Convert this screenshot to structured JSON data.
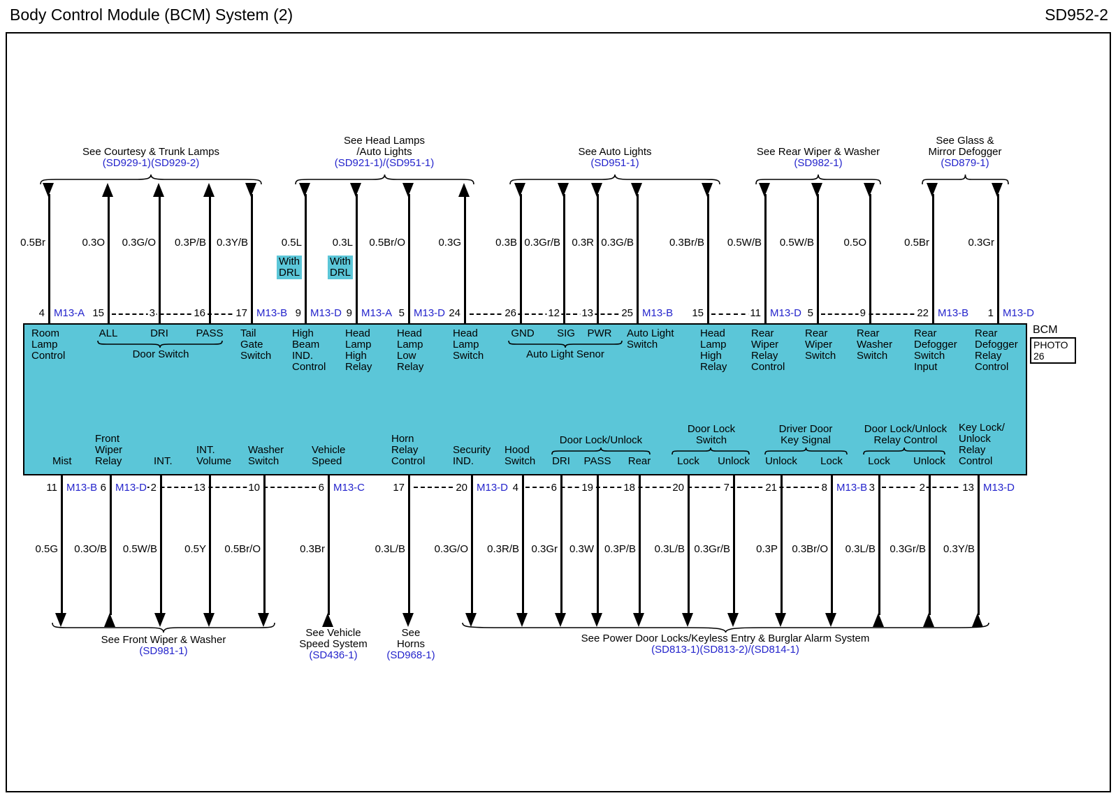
{
  "header": {
    "title": "Body Control Module (BCM) System (2)",
    "doc_code": "SD952-2"
  },
  "colors": {
    "bcm_fill": "#5bc6d8",
    "reference_blue": "#2424cc"
  },
  "top_groups": [
    {
      "label": "See Courtesy & Trunk Lamps",
      "ref": "(SD929-1)(SD929-2)"
    },
    {
      "label": "See Head Lamps\n/Auto Lights",
      "ref": "(SD921-1)/(SD951-1)"
    },
    {
      "label": "See Auto Lights",
      "ref": "(SD951-1)"
    },
    {
      "label": "See Rear Wiper & Washer",
      "ref": "(SD982-1)"
    },
    {
      "label": "See Glass &\nMirror Defogger",
      "ref": "(SD879-1)"
    }
  ],
  "bottom_groups": [
    {
      "label": "See Front Wiper & Washer",
      "ref": "(SD981-1)"
    },
    {
      "label": "See Vehicle\nSpeed System",
      "ref": "(SD436-1)"
    },
    {
      "label": "See\nHorns",
      "ref": "(SD968-1)"
    },
    {
      "label": "See Power Door Locks/Keyless Entry & Burglar Alarm System",
      "ref": "(SD813-1)(SD813-2)/(SD814-1)"
    }
  ],
  "top_wires": [
    {
      "color": "0.5Br",
      "pin": "4",
      "conn": "M13-A"
    },
    {
      "color": "0.3O",
      "pin": "15"
    },
    {
      "color": "0.3G/O",
      "pin": "3"
    },
    {
      "color": "0.3P/B",
      "pin": "16"
    },
    {
      "color": "0.3Y/B",
      "pin": "17",
      "conn": "M13-B"
    },
    {
      "color": "0.5L",
      "pin": "9",
      "conn": "M13-D",
      "note": "With\nDRL"
    },
    {
      "color": "0.3L",
      "pin": "9",
      "conn": "M13-A",
      "note": "With\nDRL"
    },
    {
      "color": "0.5Br/O",
      "pin": "5",
      "conn": "M13-D"
    },
    {
      "color": "0.3G",
      "pin": "24"
    },
    {
      "color": "0.3B",
      "pin": "26"
    },
    {
      "color": "0.3Gr/B",
      "pin": "12"
    },
    {
      "color": "0.3R",
      "pin": "13"
    },
    {
      "color": "0.3G/B",
      "pin": "25",
      "conn": "M13-B"
    },
    {
      "color": "0.3Br/B",
      "pin": "15"
    },
    {
      "color": "0.5W/B",
      "pin": "11",
      "conn": "M13-D"
    },
    {
      "color": "0.5W/B",
      "pin": "5"
    },
    {
      "color": "0.5O",
      "pin": "9"
    },
    {
      "color": "0.5Br",
      "pin": "22",
      "conn": "M13-B"
    },
    {
      "color": "0.3Gr",
      "pin": "1",
      "conn": "M13-D"
    }
  ],
  "bottom_wires": [
    {
      "color": "0.5G",
      "pin": "11",
      "conn": "M13-B"
    },
    {
      "color": "0.3O/B",
      "pin": "6",
      "conn": "M13-D"
    },
    {
      "color": "0.5W/B",
      "pin": "2"
    },
    {
      "color": "0.5Y",
      "pin": "13"
    },
    {
      "color": "0.5Br/O",
      "pin": "10"
    },
    {
      "color": "0.3Br",
      "pin": "6",
      "conn": "M13-C"
    },
    {
      "color": "0.3L/B",
      "pin": "17"
    },
    {
      "color": "0.3G/O",
      "pin": "20",
      "conn": "M13-D"
    },
    {
      "color": "0.3R/B",
      "pin": "4"
    },
    {
      "color": "0.3Gr",
      "pin": "6"
    },
    {
      "color": "0.3W",
      "pin": "19"
    },
    {
      "color": "0.3P/B",
      "pin": "18"
    },
    {
      "color": "0.3L/B",
      "pin": "20"
    },
    {
      "color": "0.3Gr/B",
      "pin": "7"
    },
    {
      "color": "0.3P",
      "pin": "21"
    },
    {
      "color": "0.3Br/O",
      "pin": "8",
      "conn": "M13-B"
    },
    {
      "color": "0.3L/B",
      "pin": "3"
    },
    {
      "color": "0.3Gr/B",
      "pin": "2"
    },
    {
      "color": "0.3Y/B",
      "pin": "13",
      "conn": "M13-D"
    }
  ],
  "bcm": {
    "name": "BCM",
    "photo_label": "PHOTO",
    "photo_number": "26",
    "top_labels": [
      "Room\nLamp\nControl",
      "ALL",
      "DRI",
      "PASS",
      "Door Switch",
      "Tail\nGate\nSwitch",
      "High\nBeam\nIND.\nControl",
      "Head\nLamp\nHigh\nRelay",
      "Head\nLamp\nLow\nRelay",
      "Head\nLamp\nSwitch",
      "GND",
      "SIG",
      "PWR",
      "Auto Light Senor",
      "Auto Light\nSwitch",
      "Head\nLamp\nHigh\nRelay",
      "Rear\nWiper\nRelay\nControl",
      "Rear\nWiper\nSwitch",
      "Rear\nWasher\nSwitch",
      "Rear\nDefogger\nSwitch\nInput",
      "Rear\nDefogger\nRelay\nControl"
    ],
    "bottom_labels": [
      "Mist",
      "Front\nWiper\nRelay",
      "INT.",
      "INT.\nVolume",
      "Washer\nSwitch",
      "Vehicle\nSpeed",
      "Horn\nRelay\nControl",
      "Security\nIND.",
      "Hood\nSwitch",
      "Door Lock/Unlock",
      "DRI",
      "PASS",
      "Rear",
      "Door Lock\nSwitch",
      "Lock",
      "Unlock",
      "Driver Door\nKey Signal",
      "Unlock",
      "Lock",
      "Door Lock/Unlock\nRelay Control",
      "Lock",
      "Unlock",
      "Key Lock/\nUnlock\nRelay\nControl"
    ]
  }
}
